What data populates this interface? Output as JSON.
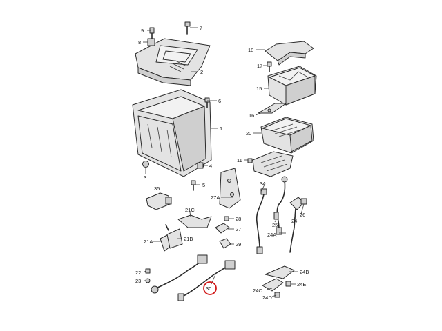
{
  "callouts": [
    {
      "id": "c1",
      "text": "1"
    },
    {
      "id": "c2",
      "text": "2"
    },
    {
      "id": "c3",
      "text": "3"
    },
    {
      "id": "c4",
      "text": "4"
    },
    {
      "id": "c5",
      "text": "5"
    },
    {
      "id": "c6",
      "text": "6"
    },
    {
      "id": "c7",
      "text": "7"
    },
    {
      "id": "c8",
      "text": "8"
    },
    {
      "id": "c9",
      "text": "9"
    },
    {
      "id": "c11",
      "text": "11"
    },
    {
      "id": "c15",
      "text": "15"
    },
    {
      "id": "c16",
      "text": "16"
    },
    {
      "id": "c17",
      "text": "17"
    },
    {
      "id": "c18",
      "text": "18"
    },
    {
      "id": "c20",
      "text": "20"
    },
    {
      "id": "c21A",
      "text": "21A"
    },
    {
      "id": "c21B",
      "text": "21B"
    },
    {
      "id": "c21C",
      "text": "21C"
    },
    {
      "id": "c22",
      "text": "22"
    },
    {
      "id": "c23",
      "text": "23"
    },
    {
      "id": "c24",
      "text": "24"
    },
    {
      "id": "c24A",
      "text": "24A"
    },
    {
      "id": "c24B",
      "text": "24B"
    },
    {
      "id": "c24C",
      "text": "24C"
    },
    {
      "id": "c24D",
      "text": "24D"
    },
    {
      "id": "c24E",
      "text": "24E"
    },
    {
      "id": "c25",
      "text": "25"
    },
    {
      "id": "c26",
      "text": "26"
    },
    {
      "id": "c27",
      "text": "27"
    },
    {
      "id": "c27A",
      "text": "27A"
    },
    {
      "id": "c28",
      "text": "28"
    },
    {
      "id": "c29",
      "text": "29"
    },
    {
      "id": "c30",
      "text": "30"
    },
    {
      "id": "c34",
      "text": "34"
    },
    {
      "id": "c35",
      "text": "35"
    }
  ],
  "highlight": {
    "callout": "30",
    "color": "#d11a1a"
  }
}
